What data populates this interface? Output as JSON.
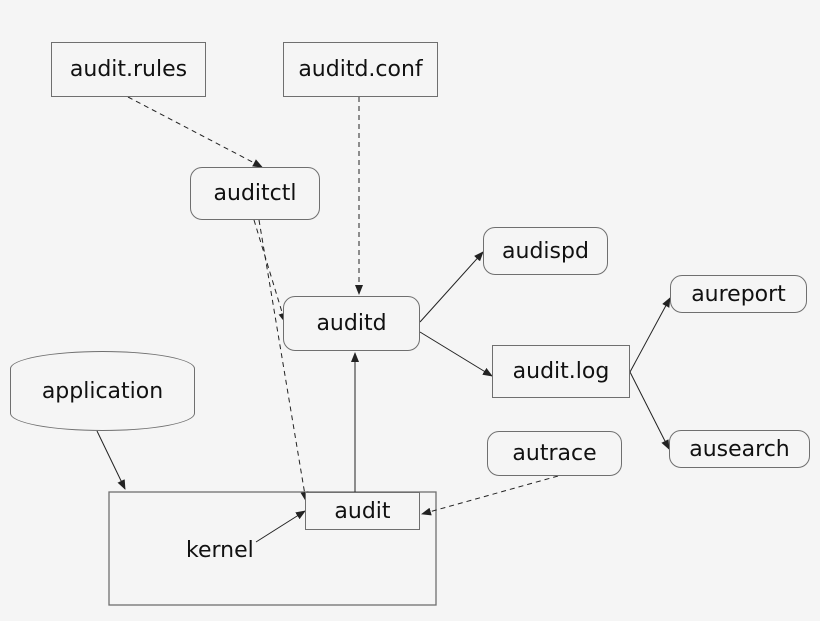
{
  "nodes": {
    "audit_rules": "audit.rules",
    "auditd_conf": "auditd.conf",
    "auditctl": "auditctl",
    "audispd": "audispd",
    "auditd": "auditd",
    "aureport": "aureport",
    "audit_log": "audit.log",
    "application": "application",
    "autrace": "autrace",
    "ausearch": "ausearch",
    "audit": "audit",
    "kernel": "kernel"
  },
  "colors": {
    "background": "#f5f5f5",
    "border": "#6f6f6f",
    "line": "#222222"
  }
}
